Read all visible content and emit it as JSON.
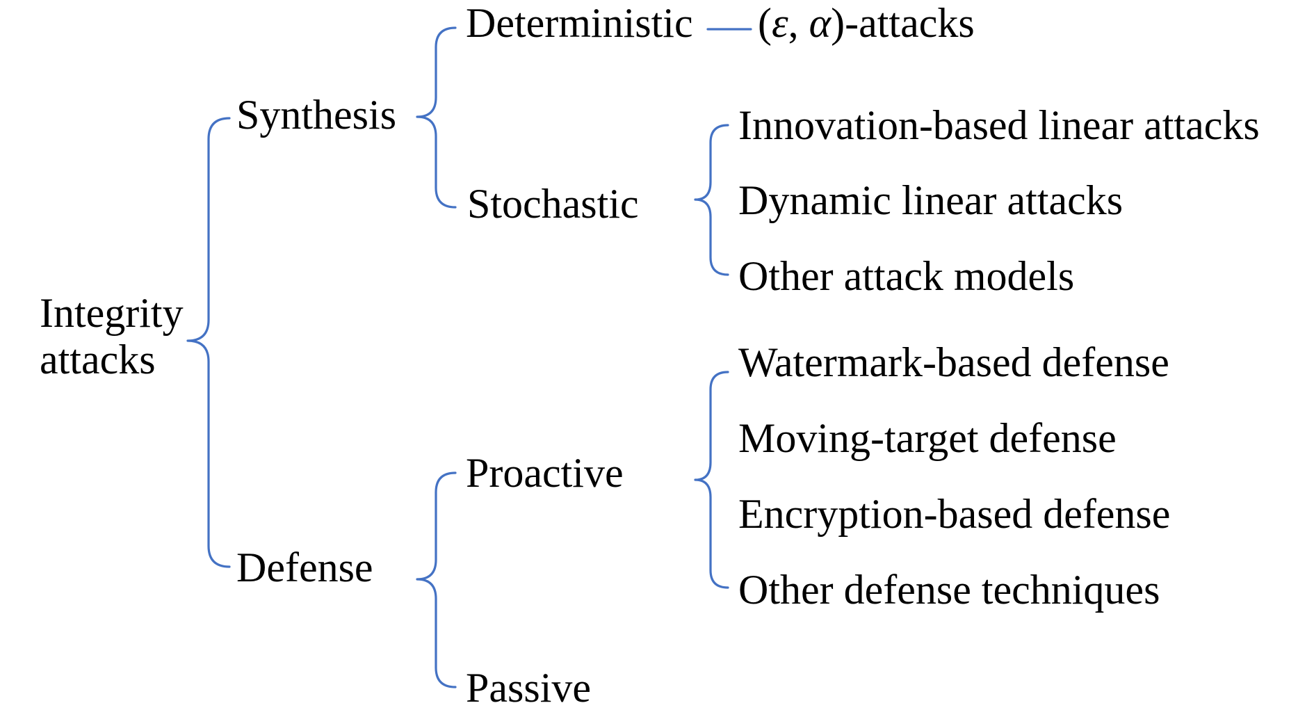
{
  "colors": {
    "connector": "#4472C4",
    "text": "#000000",
    "background": "#FFFFFF"
  },
  "root": {
    "line1": "Integrity",
    "line2": "attacks"
  },
  "synthesis": {
    "label": "Synthesis",
    "deterministic": {
      "label": "Deterministic",
      "open_paren": "(",
      "epsilon": "ε",
      "comma": ", ",
      "alpha": "α",
      "rest": ")-attacks"
    },
    "stochastic": {
      "label": "Stochastic",
      "items": [
        "Innovation-based linear attacks",
        "Dynamic linear attacks",
        "Other attack models"
      ]
    }
  },
  "defense": {
    "label": "Defense",
    "proactive": {
      "label": "Proactive",
      "items": [
        "Watermark-based defense",
        "Moving-target defense",
        "Encryption-based defense",
        "Other defense techniques"
      ]
    },
    "passive": {
      "label": "Passive"
    }
  }
}
